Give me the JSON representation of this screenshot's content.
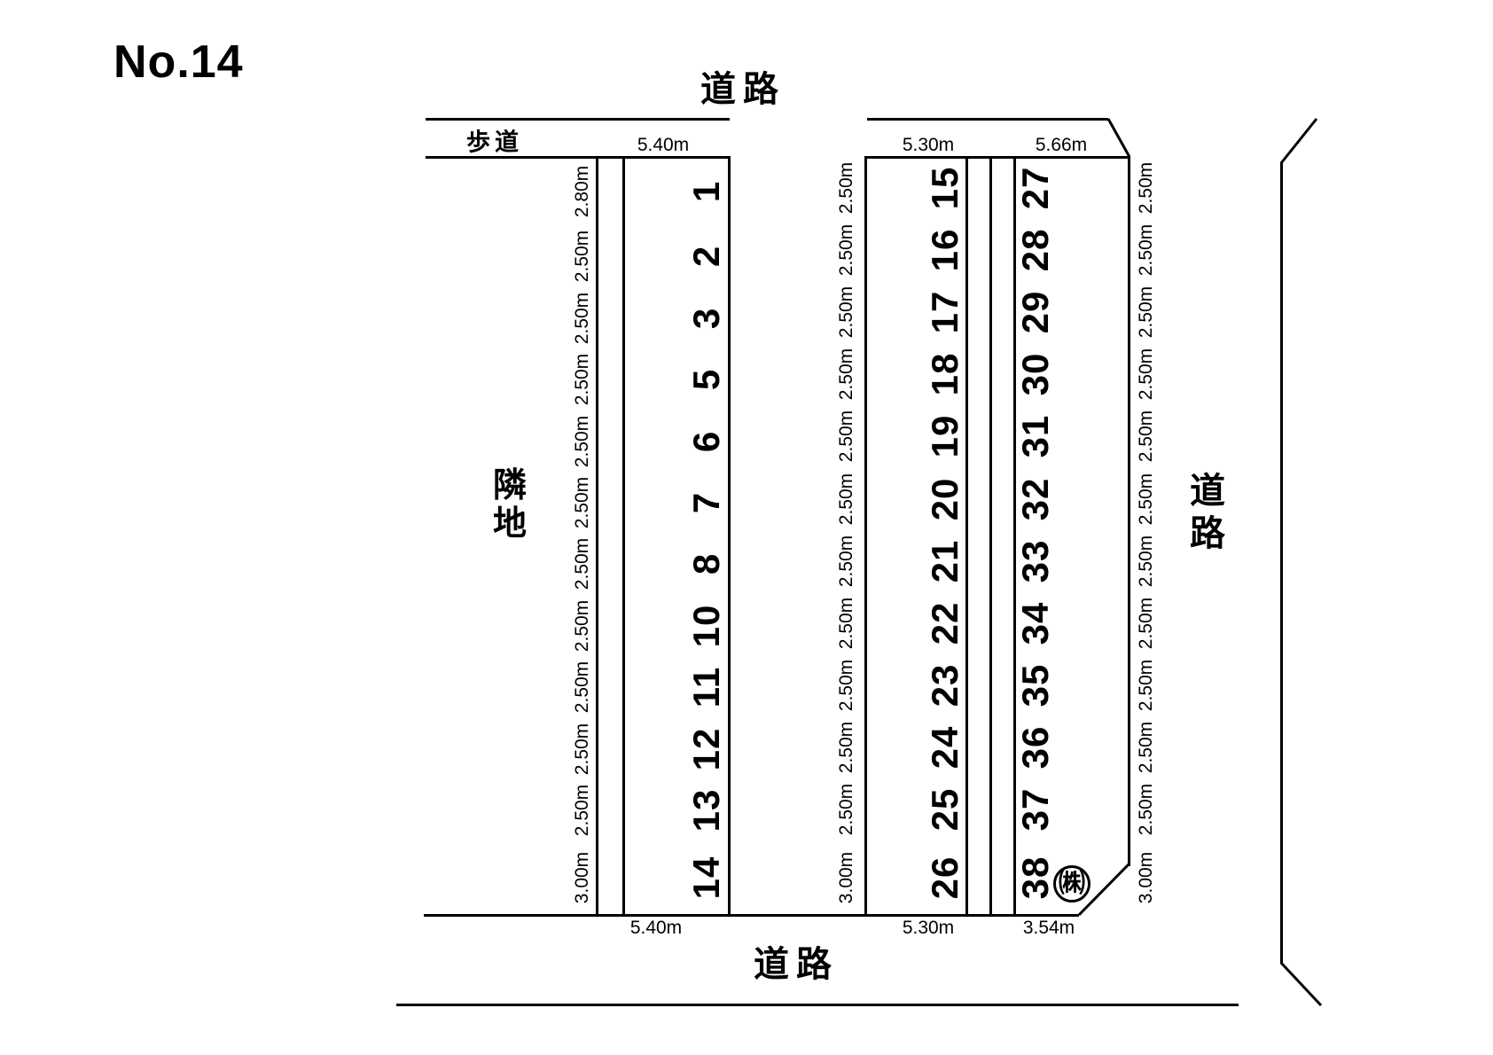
{
  "title": "No.14",
  "colors": {
    "ink": "#000000",
    "bg": "#ffffff"
  },
  "labels": {
    "road_top": "道路",
    "road_bottom": "道路",
    "road_right": "道路",
    "sidewalk": "歩道",
    "adjacent_land": "隣地"
  },
  "dims_top": {
    "left_block": "5.40m",
    "right_block_left": "5.30m",
    "right_block_right": "5.66m"
  },
  "dims_bottom": {
    "left_block": "5.40m",
    "right_block_left": "5.30m",
    "right_block_right": "3.54m"
  },
  "seal": {
    "glyph": "㈱"
  },
  "left_block": {
    "width_label": "5.40m",
    "rows": [
      {
        "no": "1",
        "h_m": 2.8,
        "dim": "2.80m"
      },
      {
        "no": "2",
        "h_m": 2.5,
        "dim": "2.50m"
      },
      {
        "no": "3",
        "h_m": 2.5,
        "dim": "2.50m"
      },
      {
        "no": "5",
        "h_m": 2.5,
        "dim": "2.50m"
      },
      {
        "no": "6",
        "h_m": 2.5,
        "dim": "2.50m"
      },
      {
        "no": "7",
        "h_m": 2.5,
        "dim": "2.50m"
      },
      {
        "no": "8",
        "h_m": 2.5,
        "dim": "2.50m"
      },
      {
        "no": "10",
        "h_m": 2.5,
        "dim": "2.50m"
      },
      {
        "no": "11",
        "h_m": 2.5,
        "dim": "2.50m"
      },
      {
        "no": "12",
        "h_m": 2.5,
        "dim": "2.50m"
      },
      {
        "no": "13",
        "h_m": 2.5,
        "dim": "2.50m"
      },
      {
        "no": "14",
        "h_m": 3.0,
        "dim": "3.00m"
      }
    ]
  },
  "right_block": {
    "rows": [
      {
        "no_left": "15",
        "no_right": "27",
        "h_m": 2.5,
        "dim": "2.50m"
      },
      {
        "no_left": "16",
        "no_right": "28",
        "h_m": 2.5,
        "dim": "2.50m"
      },
      {
        "no_left": "17",
        "no_right": "29",
        "h_m": 2.5,
        "dim": "2.50m"
      },
      {
        "no_left": "18",
        "no_right": "30",
        "h_m": 2.5,
        "dim": "2.50m"
      },
      {
        "no_left": "19",
        "no_right": "31",
        "h_m": 2.5,
        "dim": "2.50m"
      },
      {
        "no_left": "20",
        "no_right": "32",
        "h_m": 2.5,
        "dim": "2.50m"
      },
      {
        "no_left": "21",
        "no_right": "33",
        "h_m": 2.5,
        "dim": "2.50m"
      },
      {
        "no_left": "22",
        "no_right": "34",
        "h_m": 2.5,
        "dim": "2.50m"
      },
      {
        "no_left": "23",
        "no_right": "35",
        "h_m": 2.5,
        "dim": "2.50m"
      },
      {
        "no_left": "24",
        "no_right": "36",
        "h_m": 2.5,
        "dim": "2.50m"
      },
      {
        "no_left": "25",
        "no_right": "37",
        "h_m": 2.5,
        "dim": "2.50m"
      },
      {
        "no_left": "26",
        "no_right": "38",
        "h_m": 3.0,
        "dim": "3.00m"
      }
    ]
  }
}
